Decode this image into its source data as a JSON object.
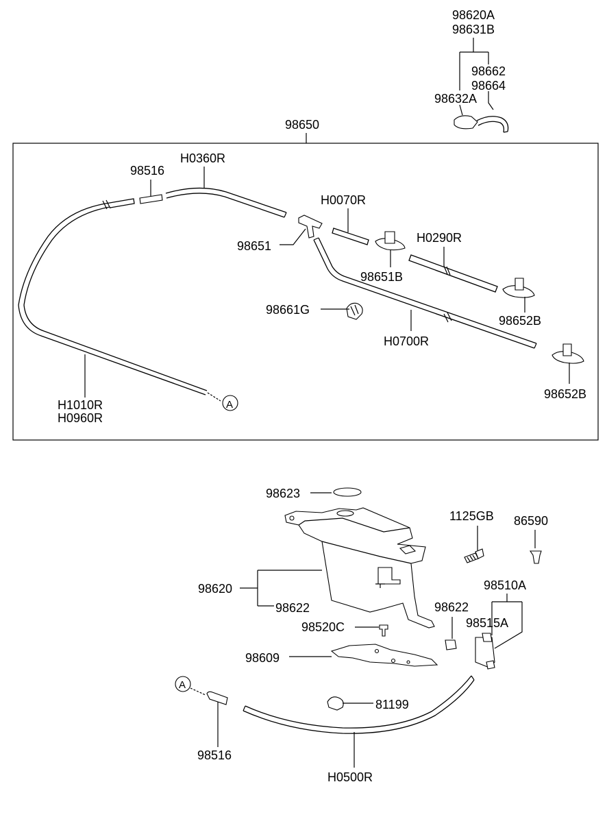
{
  "labels": {
    "p98620A": "98620A",
    "p98631B": "98631B",
    "p98662": "98662",
    "p98664": "98664",
    "p98632A": "98632A",
    "p98650": "98650",
    "pH0360R": "H0360R",
    "p98516_top": "98516",
    "pH0070R": "H0070R",
    "p98651": "98651",
    "pH0290R": "H0290R",
    "p98651B": "98651B",
    "p98661G": "98661G",
    "p98652B_1": "98652B",
    "pH0700R": "H0700R",
    "p98652B_2": "98652B",
    "pH1010R": "H1010R",
    "pH0960R": "H0960R",
    "p98623": "98623",
    "p1125GB": "1125GB",
    "p86590": "86590",
    "p98620": "98620",
    "p98622_left": "98622",
    "p98622_right": "98622",
    "p98510A": "98510A",
    "p98520C": "98520C",
    "p98515A": "98515A",
    "p98609": "98609",
    "p81199": "81199",
    "p98516_bottom": "98516",
    "pH0500R": "H0500R"
  },
  "connectors": {
    "top": "A",
    "bottom": "A"
  }
}
